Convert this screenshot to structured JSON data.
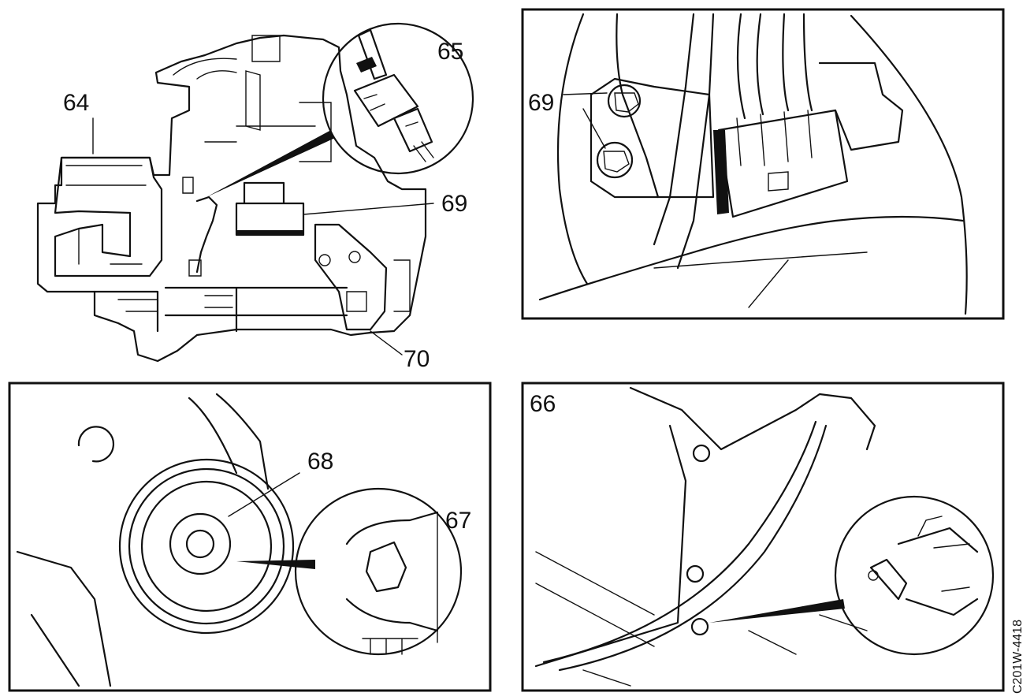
{
  "figure_code": "C201W-4418",
  "panels": [
    {
      "id": "top-left",
      "framed": false,
      "labels": [
        "64",
        "65",
        "69",
        "70"
      ]
    },
    {
      "id": "top-right",
      "framed": true,
      "labels": [
        "69"
      ]
    },
    {
      "id": "bottom-left",
      "framed": true,
      "labels": [
        "68",
        "67"
      ]
    },
    {
      "id": "bottom-right",
      "framed": true,
      "labels": [
        "66"
      ]
    }
  ],
  "callouts": {
    "c64": "64",
    "c65": "65",
    "c69a": "69",
    "c70": "70",
    "c69b": "69",
    "c68": "68",
    "c67": "67",
    "c66": "66"
  }
}
